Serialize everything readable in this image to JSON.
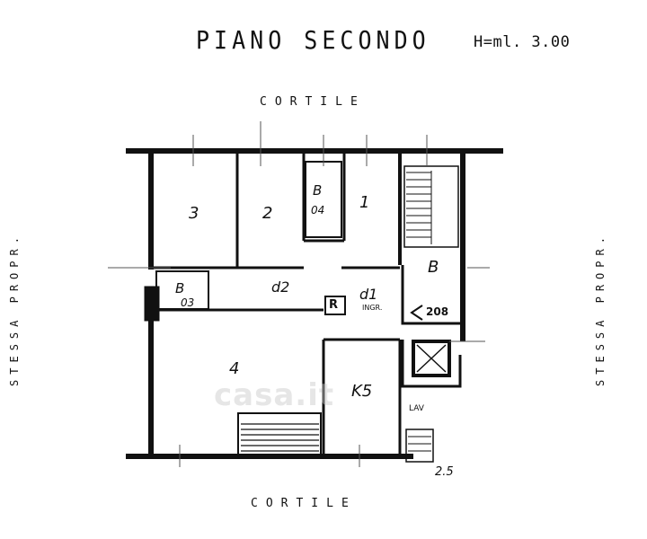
{
  "header": {
    "title": "PIANO SECONDO",
    "height_note": "H=ml. 3.00"
  },
  "surroundings": {
    "top": "CORTILE",
    "bottom": "CORTILE",
    "left": "STESSA PROPR.",
    "right": "STESSA PROPR."
  },
  "rooms": {
    "r1": "1",
    "r2": "2",
    "r3": "3",
    "r4": "4",
    "k5": "K5",
    "b_top": "B",
    "b_left": "B",
    "b_code_top": "04",
    "b_code_left": "03",
    "d2": "d2",
    "d1": "d1",
    "r": "R",
    "ingr": "INGR.",
    "stair_no": "208",
    "b_stair": "B",
    "lav": "LAV",
    "dim": "2.5"
  },
  "watermark": "casa.it"
}
